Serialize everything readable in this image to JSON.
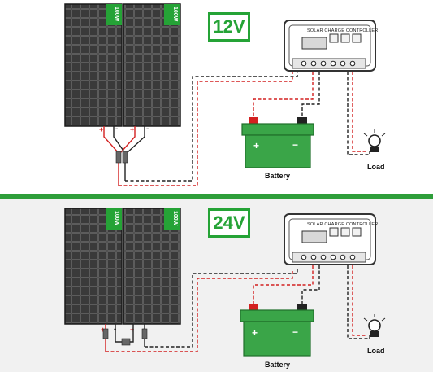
{
  "systems": [
    {
      "id": "12v",
      "voltage_label": "12V",
      "panel_rating_labels": [
        "100W",
        "100W"
      ],
      "controller_title": "SOLAR CHARGE CONTROLLER",
      "battery_label": "Battery",
      "load_label": "Load"
    },
    {
      "id": "24v",
      "voltage_label": "24V",
      "panel_rating_labels": [
        "100W",
        "100W"
      ],
      "controller_title": "SOLAR CHARGE CONTROLLER",
      "battery_label": "Battery",
      "load_label": "Load"
    }
  ],
  "colors": {
    "accent_green": "#25a336",
    "divider_green": "#2e9e3a",
    "positive_wire": "#d32020",
    "negative_wire": "#222222",
    "panel": "#2c2c2c",
    "battery_green": "#3aa548"
  }
}
